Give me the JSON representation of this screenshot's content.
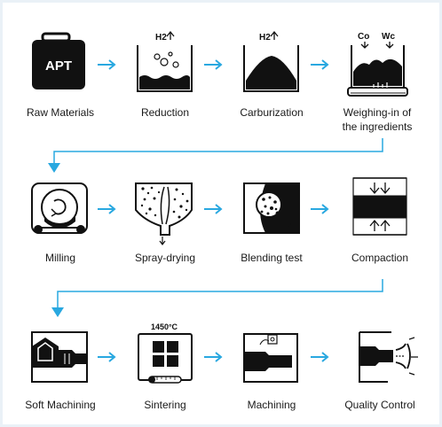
{
  "accent_color": "#29a8e0",
  "steps": [
    {
      "id": "raw-materials",
      "label": [
        "Raw Materials"
      ],
      "icon": "apt-bag-icon",
      "icon_text": "APT"
    },
    {
      "id": "reduction",
      "label": [
        "Reduction"
      ],
      "icon": "reduction-vessel-icon",
      "icon_text": "H2"
    },
    {
      "id": "carburization",
      "label": [
        "Carburization"
      ],
      "icon": "carburization-vessel-icon",
      "icon_text": "H2"
    },
    {
      "id": "weighing",
      "label": [
        "Weighing-in of",
        "the ingredients"
      ],
      "icon": "weighing-scale-icon",
      "icon_text": [
        "Co",
        "Wc"
      ]
    },
    {
      "id": "milling",
      "label": [
        "Milling"
      ],
      "icon": "mill-drum-icon"
    },
    {
      "id": "spray-drying",
      "label": [
        "Spray-drying"
      ],
      "icon": "spray-dryer-icon"
    },
    {
      "id": "blending-test",
      "label": [
        "Blending test"
      ],
      "icon": "magnifier-icon"
    },
    {
      "id": "compaction",
      "label": [
        "Compaction"
      ],
      "icon": "press-icon"
    },
    {
      "id": "soft-machining",
      "label": [
        "Soft Machining"
      ],
      "icon": "soft-machining-icon"
    },
    {
      "id": "sintering",
      "label": [
        "Sintering"
      ],
      "icon": "sintering-furnace-icon",
      "icon_text": "1450°C"
    },
    {
      "id": "machining",
      "label": [
        "Machining"
      ],
      "icon": "machining-icon"
    },
    {
      "id": "quality-control",
      "label": [
        "Quality Control"
      ],
      "icon": "quality-control-icon"
    }
  ]
}
